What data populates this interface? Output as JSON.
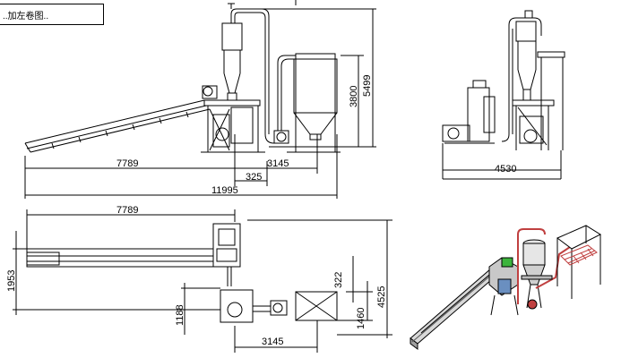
{
  "note": {
    "text": "..加左卷图.."
  },
  "front_view": {
    "dims": {
      "width_conveyor": "7789",
      "width_right": "3145",
      "width_small": "325",
      "width_total": "11995",
      "height_main": "3800",
      "height_total": "5499"
    }
  },
  "side_view": {
    "dims": {
      "width": "4530"
    }
  },
  "top_view": {
    "dims": {
      "width_conveyor": "7789",
      "height_left": "1953",
      "height_mid": "1188",
      "height_small": "322",
      "height_right_small": "1460",
      "height_total": "4525",
      "width_right": "3145"
    }
  },
  "colors": {
    "line": "#000000",
    "accent_green": "#3cb43c",
    "accent_red": "#c04040"
  }
}
